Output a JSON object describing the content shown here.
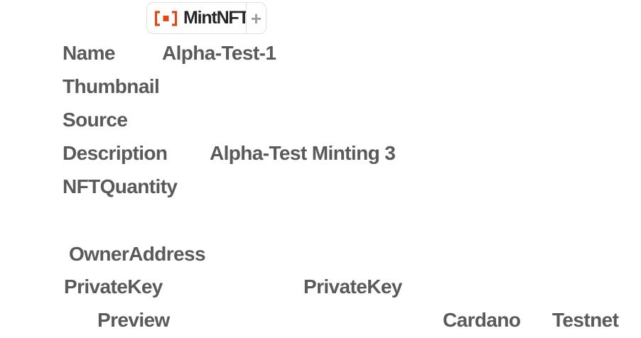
{
  "resource_badge": {
    "function_name": "MintNFT",
    "plus_label": "+"
  },
  "code_tokens": {
    "name_key": "Name",
    "name_value": "Alpha-Test-1",
    "thumbnail_key": "Thumbnail",
    "source_key": "Source",
    "description_key": "Description",
    "description_value": "Alpha-Test Minting 3",
    "nft_quantity_key": "NFTQuantity",
    "owner_address_key": "OwnerAddress",
    "private_key_key": "PrivateKey",
    "private_key_value": "PrivateKey",
    "preview_key": "Preview",
    "blockchain_value": "Cardano",
    "network_value": "Testnet"
  },
  "colors": {
    "accent": "#dd4814",
    "code_text": "#5a5a5a",
    "badge_text": "#262626",
    "badge_border": "#e0e0e0",
    "plus": "#9c9c9c"
  }
}
